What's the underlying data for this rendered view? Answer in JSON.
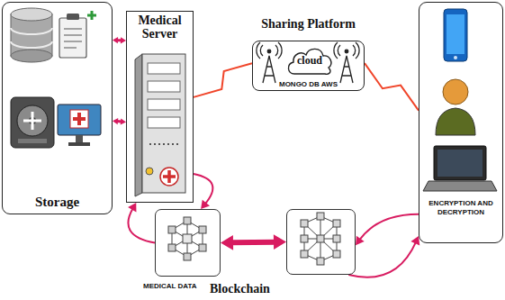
{
  "diagram": {
    "nodes": [
      {
        "text": [
          "Storage"
        ]
      },
      {
        "text": [
          "Medical Server"
        ]
      },
      {
        "text": [
          "Sharing Platform",
          "MONGO DB AWS"
        ]
      },
      {
        "text": [
          "cloud"
        ],
        "in": 2
      },
      {
        "text": [
          "ENCRYPTION AND DECRYPTION"
        ]
      },
      {
        "text": [
          "MEDICAL DATA"
        ]
      },
      {
        "text": [
          "Blockchain"
        ]
      }
    ],
    "edges": [
      {
        "from": 0,
        "to": 1,
        "arrow": "both"
      },
      {
        "from": 0,
        "to": 1,
        "arrow": "both"
      },
      {
        "from": 1,
        "to": 2,
        "arrow": "none"
      },
      {
        "from": 2,
        "to": 4,
        "arrow": "none"
      },
      {
        "from": 5,
        "to": 6,
        "arrow": "both"
      },
      {
        "from": 5,
        "to": 1,
        "arrow": "to"
      },
      {
        "from": 1,
        "to": 5,
        "arrow": "to"
      },
      {
        "from": 4,
        "to": 6,
        "arrow": "to"
      },
      {
        "from": 6,
        "to": 4,
        "arrow": "to"
      }
    ]
  }
}
